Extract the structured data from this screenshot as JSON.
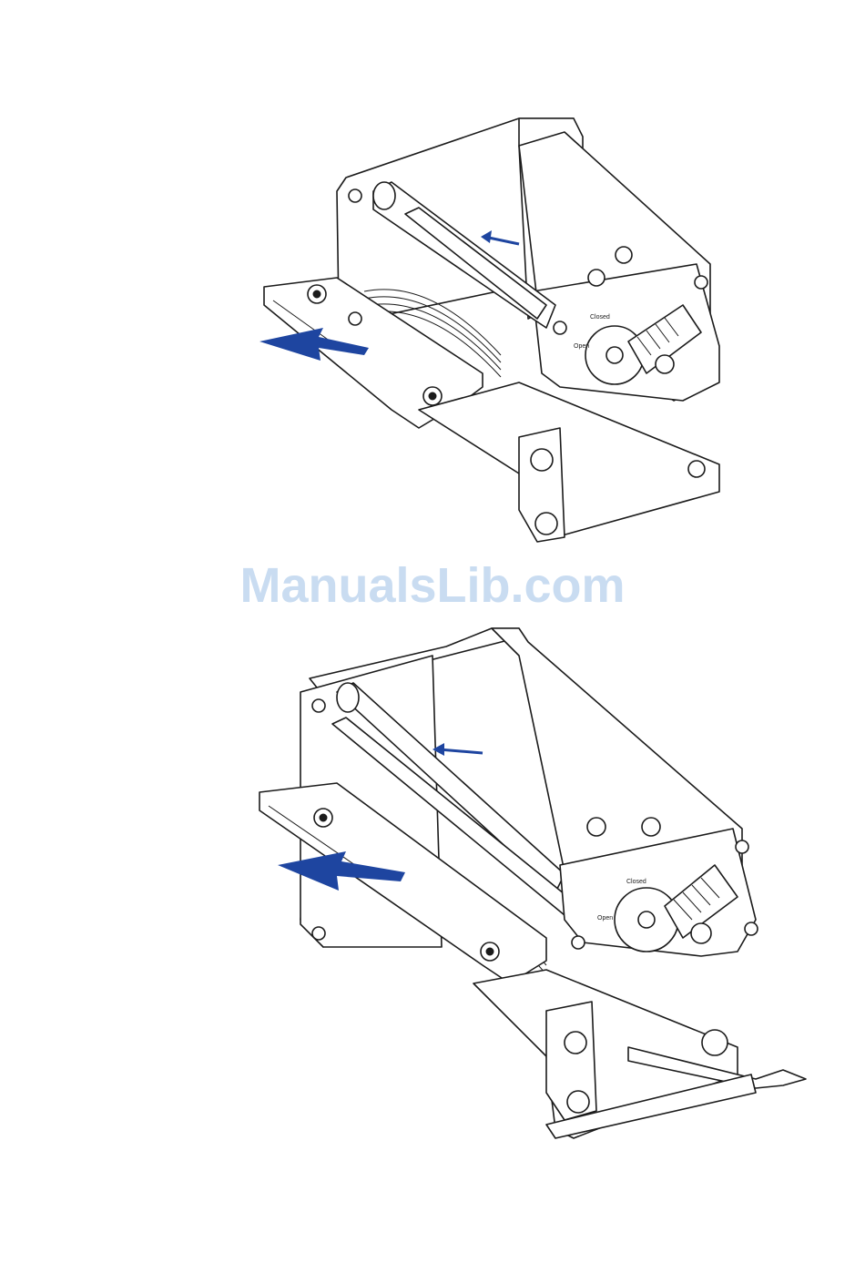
{
  "watermark": {
    "text": "ManualsLib.com"
  },
  "figures": [
    {
      "label_closed": "Closed",
      "label_open": "Open"
    },
    {
      "label_closed": "Closed",
      "label_open": "Open"
    }
  ],
  "colors": {
    "arrow": "#1e45a0",
    "watermark": "#c9dcf1",
    "line": "#1b1b1b"
  }
}
